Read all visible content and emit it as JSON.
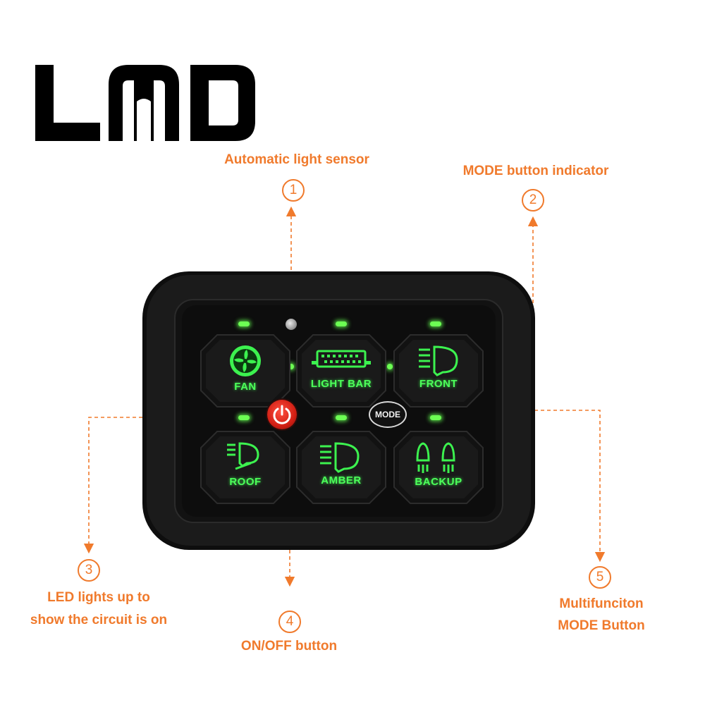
{
  "logo": {
    "name": "LMD"
  },
  "annotations": [
    {
      "number": "1",
      "text": "Automatic light sensor"
    },
    {
      "number": "2",
      "text": "MODE button indicator"
    },
    {
      "number": "3",
      "lines": [
        "LED lights up to",
        "show the circuit is on"
      ]
    },
    {
      "number": "4",
      "text": "ON/OFF button"
    },
    {
      "number": "5",
      "lines": [
        "Multifunciton",
        "MODE Button"
      ]
    }
  ],
  "panel": {
    "buttons": [
      {
        "label": "FAN",
        "icon": "fan-icon"
      },
      {
        "label": "LIGHT BAR",
        "icon": "light-bar-icon"
      },
      {
        "label": "FRONT",
        "icon": "headlight-icon"
      },
      {
        "label": "ROOF",
        "icon": "roof-light-icon"
      },
      {
        "label": "AMBER",
        "icon": "headlight-icon"
      },
      {
        "label": "BACKUP",
        "icon": "backup-light-icon"
      }
    ],
    "mode_label": "MODE",
    "power_icon": "power-icon"
  },
  "colors": {
    "accent": "#f07a2c",
    "led_green": "#4dff5a",
    "power_red": "#d21f14",
    "panel": "#111111"
  }
}
